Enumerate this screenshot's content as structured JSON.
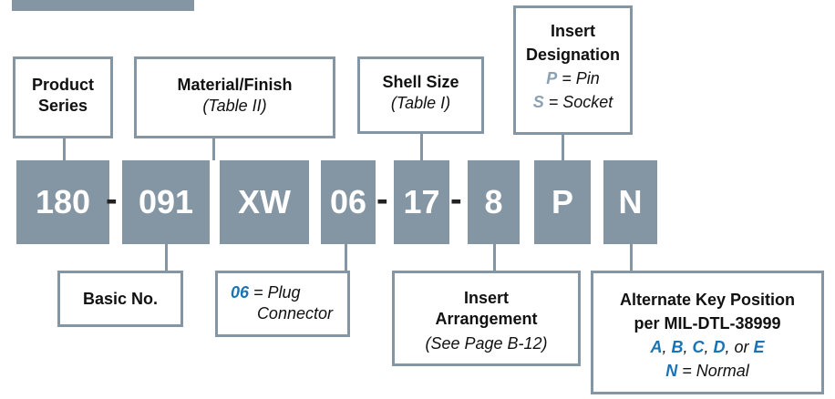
{
  "boxes": {
    "product_series": {
      "line1": "Product",
      "line2": "Series"
    },
    "material_finish": {
      "title": "Material/Finish",
      "sub": "(Table II)"
    },
    "shell_size": {
      "title": "Shell Size",
      "sub": "(Table I)"
    },
    "insert_designation": {
      "line1": "Insert",
      "line2": "Designation",
      "p_code": "P",
      "p_text": " = Pin",
      "s_code": "S",
      "s_text": " = Socket"
    },
    "basic_no": {
      "title": "Basic No."
    },
    "plug": {
      "code": "06",
      "text1": " = Plug",
      "text2": "Connector"
    },
    "insert_arrangement": {
      "line1": "Insert",
      "line2": "Arrangement",
      "sub": "(See Page B-12)"
    },
    "alternate_key": {
      "line1": "Alternate Key Position",
      "line2": "per MIL-DTL-38999",
      "a": "A",
      "c1": ", ",
      "b": "B",
      "c2": ", ",
      "c": "C",
      "c3": ", ",
      "d": "D",
      "c4": ", or ",
      "e": "E",
      "n": "N",
      "n_text": " = Normal"
    }
  },
  "part_number": {
    "seg1": "180",
    "seg2": "091",
    "seg3": "XW",
    "seg4": "06",
    "seg5": "17",
    "seg6": "8",
    "seg7": "P",
    "seg8": "N",
    "dash": "-"
  },
  "colors": {
    "accent": "#8496a3",
    "blue": "#1a73b4",
    "light_blue": "#8aa1b4"
  }
}
